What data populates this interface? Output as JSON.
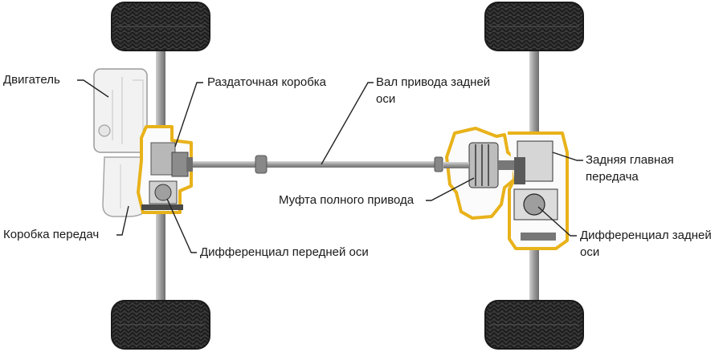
{
  "labels": {
    "engine": "Двигатель",
    "transfer_case": "Раздаточная коробка",
    "rear_shaft_line1": "Вал привода задней",
    "rear_shaft_line2": "оси",
    "rear_final_drive_line1": "Задняя главная",
    "rear_final_drive_line2": "передача",
    "awd_clutch": "Муфта полного привода",
    "gearbox": "Коробка передач",
    "front_diff": "Дифференциал передней оси",
    "rear_diff_line1": "Дифференциал задней",
    "rear_diff_line2": "оси"
  },
  "colors": {
    "highlight": "#e8b21a",
    "tire": "#2e2e2e",
    "metal": "#8c8c8c",
    "housing": "#f1f1f1"
  },
  "icons": [
    "tire-icon"
  ]
}
